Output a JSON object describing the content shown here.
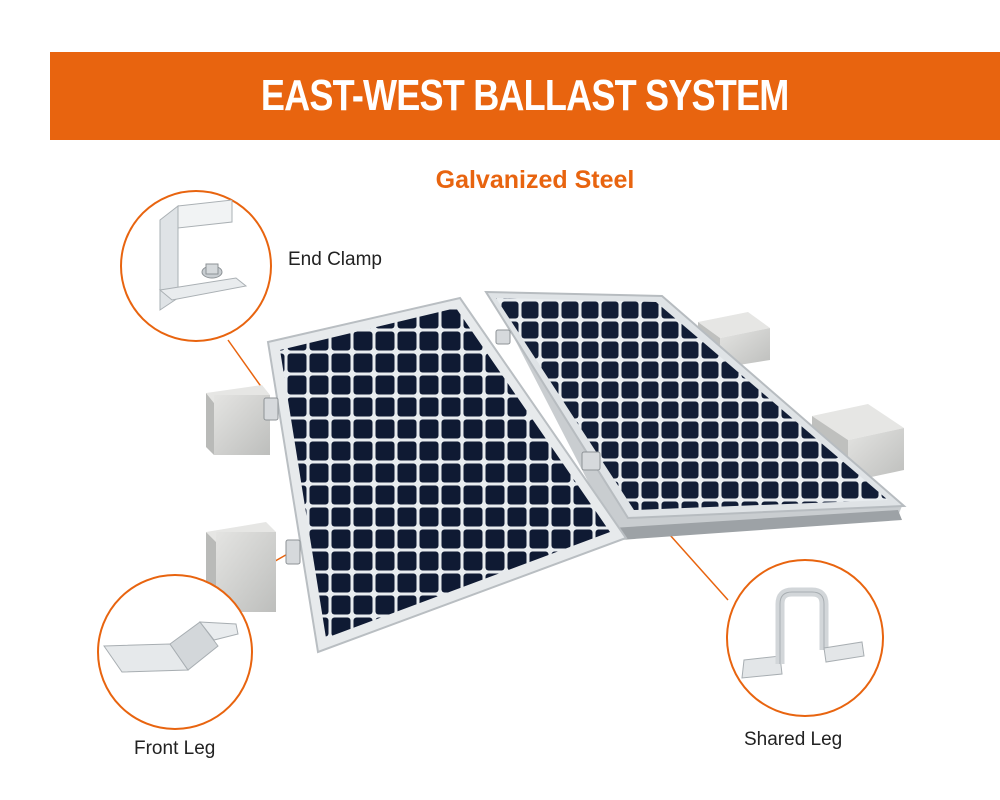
{
  "header": {
    "title": "EAST-WEST BALLAST SYSTEM"
  },
  "subtitle": "Galvanized Steel",
  "callouts": {
    "end_clamp": "End Clamp",
    "front_leg": "Front Leg",
    "shared_leg": "Shared Leg"
  },
  "colors": {
    "accent": "#e8640f",
    "panel_cell": "#0f1a33",
    "panel_frame": "#d8dcdf",
    "ballast": "#cfd0cf"
  },
  "icons": [
    "end-clamp-icon",
    "front-leg-icon",
    "shared-leg-icon"
  ]
}
